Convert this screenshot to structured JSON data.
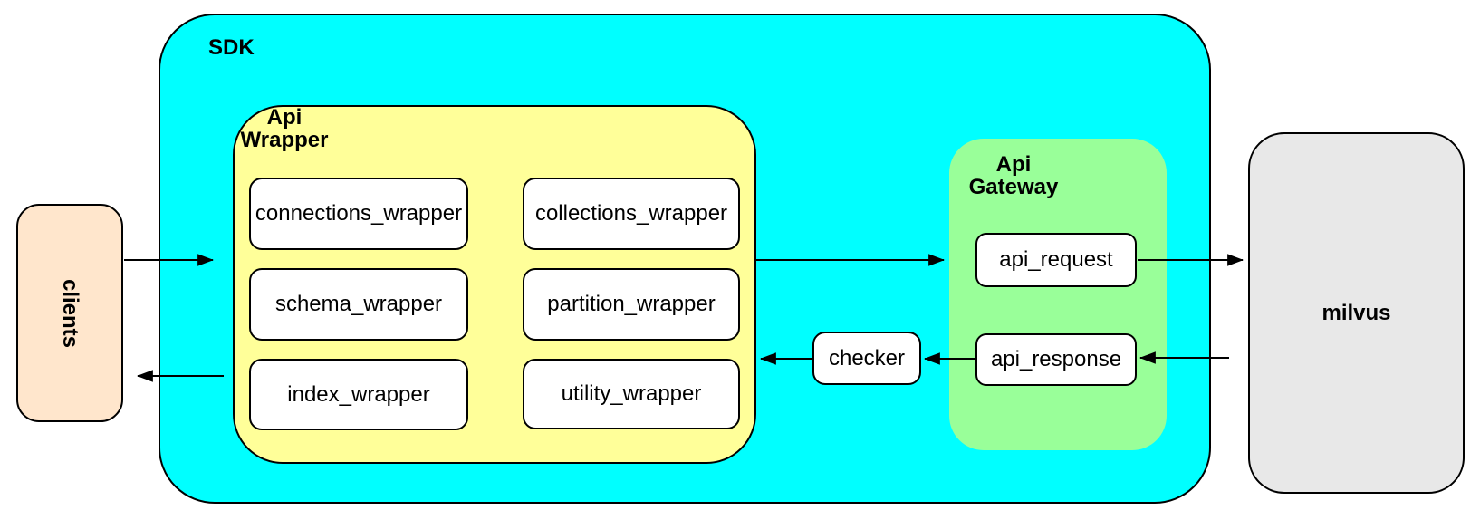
{
  "diagram": {
    "clients": {
      "label": "clients",
      "fill": "#FFE6CC"
    },
    "sdk": {
      "label": "SDK",
      "fill": "#00FFFF"
    },
    "api_wrapper": {
      "label": "Api\nWrapper",
      "fill": "#FFFF99",
      "modules": [
        {
          "label": "connections_wrapper"
        },
        {
          "label": "collections_wrapper"
        },
        {
          "label": "schema_wrapper"
        },
        {
          "label": "partition_wrapper"
        },
        {
          "label": "index_wrapper"
        },
        {
          "label": "utility_wrapper"
        }
      ]
    },
    "checker": {
      "label": "checker"
    },
    "api_gateway": {
      "label": "Api\nGateway",
      "fill": "#99FF99",
      "request": {
        "label": "api_request"
      },
      "response": {
        "label": "api_response"
      }
    },
    "milvus": {
      "label": "milvus",
      "fill": "#E8E8E8"
    },
    "edges": [
      {
        "from": "clients",
        "to": "sdk"
      },
      {
        "from": "api_wrapper",
        "to": "api_gateway"
      },
      {
        "from": "api_request",
        "to": "milvus"
      },
      {
        "from": "milvus",
        "to": "api_response"
      },
      {
        "from": "api_response",
        "to": "checker"
      },
      {
        "from": "checker",
        "to": "api_wrapper"
      },
      {
        "from": "sdk",
        "to": "clients"
      }
    ],
    "stroke_color": "#000000",
    "background": "#FFFFFF"
  }
}
